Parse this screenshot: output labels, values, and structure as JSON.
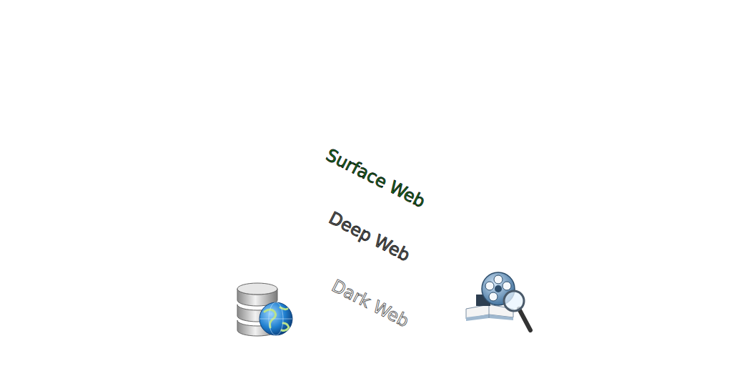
{
  "diagram": {
    "nodes": [
      {
        "text": [
          "Surface Web"
        ]
      },
      {
        "text": [
          "Deep Web"
        ]
      },
      {
        "text": [
          "Dark Web"
        ]
      }
    ]
  }
}
